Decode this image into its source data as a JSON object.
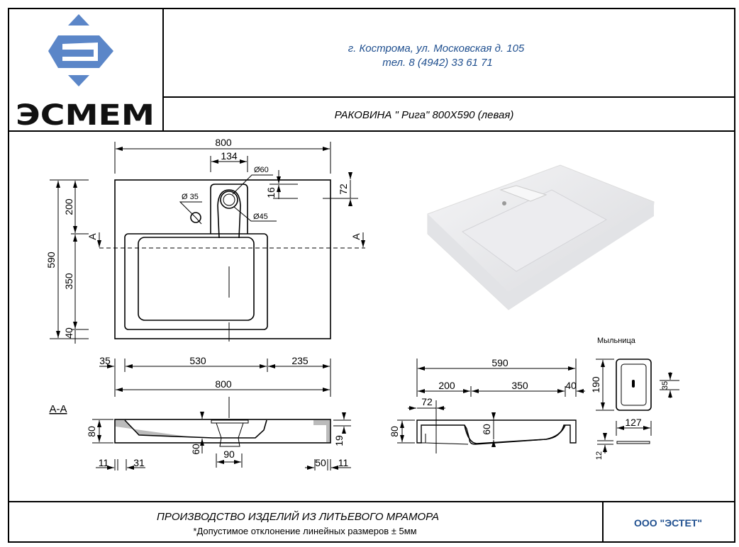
{
  "logo": {
    "text": "ЭСМЕМ",
    "color": "#5b86c8"
  },
  "header": {
    "address": "г. Кострома, ул. Московская д. 105",
    "phone": "тел. 8 (4942) 33 61 71",
    "title": "РАКОВИНА \" Рига\" 800X590 (левая)",
    "text_color": "#1f4f8f"
  },
  "top_view": {
    "width": "800",
    "faucet_width": "134",
    "d60": "Ø60",
    "d35": "Ø 35",
    "d45": "Ø45",
    "dim16": "16",
    "dim72": "72",
    "depth": "590",
    "d200": "200",
    "d350": "350",
    "d40": "40",
    "section_mark": "A"
  },
  "section": {
    "label": "A-A",
    "d35": "35",
    "d530": "530",
    "d235": "235",
    "d800": "800",
    "d80": "80",
    "d60": "60",
    "d90": "90",
    "d19": "19",
    "d11a": "11",
    "d31": "31",
    "d50": "50",
    "d11b": "11"
  },
  "side_view": {
    "d590": "590",
    "d200": "200",
    "d350": "350",
    "d40": "40",
    "d72": "72",
    "d80": "80",
    "d60": "60"
  },
  "soap_dish": {
    "title": "Мыльница",
    "d190": "190",
    "d35": "35",
    "d127": "127",
    "d12": "12"
  },
  "footer": {
    "line1": "ПРОИЗВОДСТВО ИЗДЕЛИЙ ИЗ ЛИТЬЕВОГО МРАМОРА",
    "line2": "*Допустимое отклонение линейных размеров  ± 5мм",
    "company": "ООО \"ЭСТЕТ\"",
    "company_color": "#1f4f8f"
  }
}
